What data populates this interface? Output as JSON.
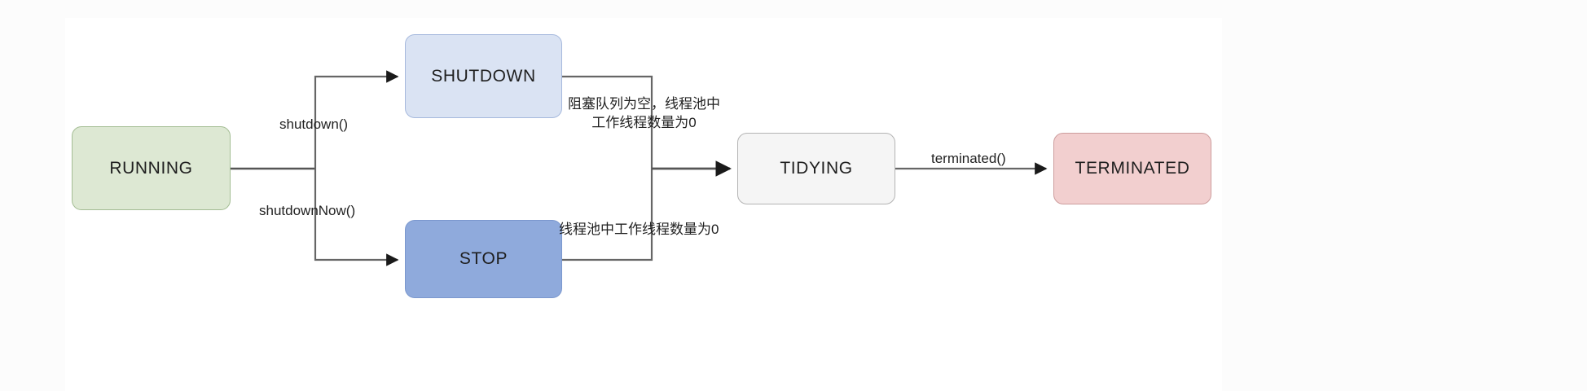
{
  "diagram": {
    "title": "ThreadPoolExecutor state transition diagram",
    "nodes": [
      {
        "id": "running",
        "label": "RUNNING",
        "fill": "#dde8d3",
        "stroke": "#a4bd94"
      },
      {
        "id": "shutdown",
        "label": "SHUTDOWN",
        "fill": "#dae3f3",
        "stroke": "#a6b9dd"
      },
      {
        "id": "stop",
        "label": "STOP",
        "fill": "#8faadc",
        "stroke": "#7b98ce"
      },
      {
        "id": "tidying",
        "label": "TIDYING",
        "fill": "#f5f5f5",
        "stroke": "#b3b3b3"
      },
      {
        "id": "terminated",
        "label": "TERMINATED",
        "fill": "#f2cfcf",
        "stroke": "#cd9d9d"
      }
    ],
    "edges": [
      {
        "id": "running-to-shutdown",
        "from": "running",
        "to": "shutdown",
        "label": "shutdown()"
      },
      {
        "id": "running-to-stop",
        "from": "running",
        "to": "stop",
        "label": "shutdownNow()"
      },
      {
        "id": "shutdown-to-tidying",
        "from": "shutdown",
        "to": "tidying",
        "label_line1": "阻塞队列为空，线程池中",
        "label_line2": "工作线程数量为0"
      },
      {
        "id": "stop-to-tidying",
        "from": "stop",
        "to": "tidying",
        "label": "线程池中工作线程数量为0"
      },
      {
        "id": "tidying-to-terminated",
        "from": "tidying",
        "to": "terminated",
        "label": "terminated()"
      }
    ],
    "line_color": "#666666"
  }
}
